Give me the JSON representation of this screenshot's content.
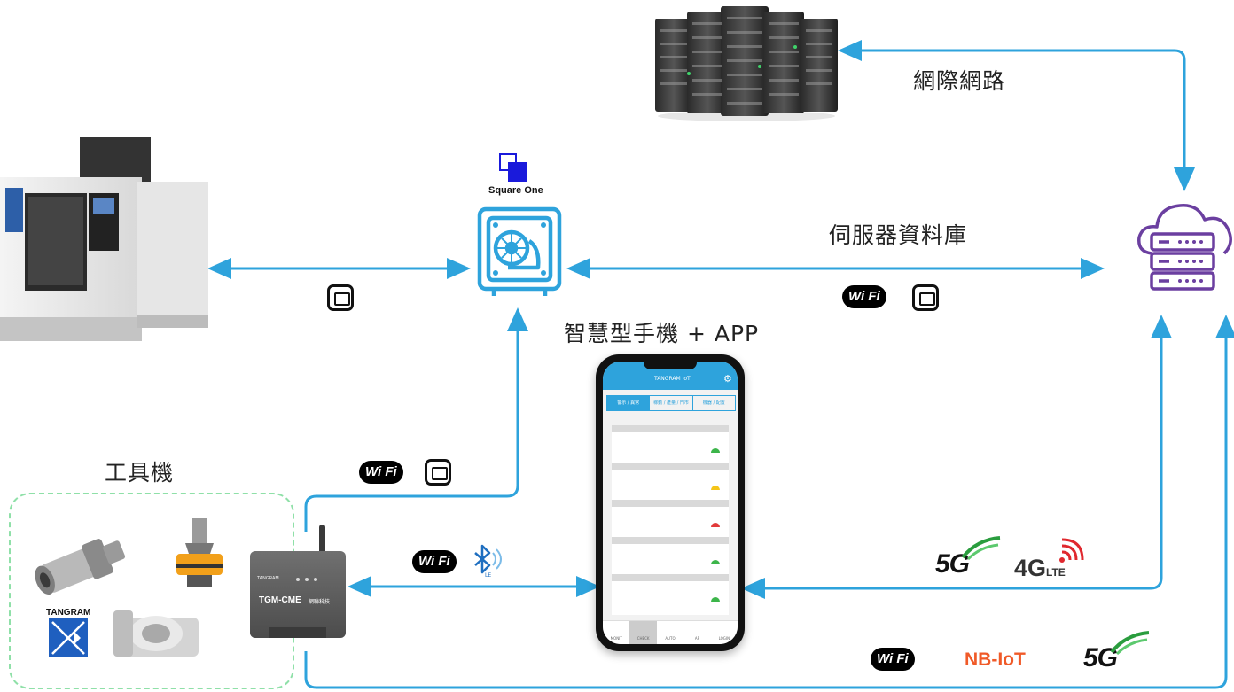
{
  "labels": {
    "internet": "網際網路",
    "server_db": "伺服器資料庫",
    "phone_app": "智慧型手機 + APP",
    "machine_tools": "工具機",
    "square_one": "Square One"
  },
  "devices": {
    "gateway_model": "TGM-CME",
    "gateway_brand": "TANGRAM",
    "gateway_maker": "網聯科技",
    "tangram_logo": "TANGRAM"
  },
  "phone": {
    "app_title": "TANGRAM IoT",
    "tabs": [
      "警示 / 異常",
      "稼動 / 產量 / 門市",
      "機器 / 配置"
    ],
    "bottom_nav": [
      "MONIT",
      "CHECK",
      "AUTO",
      "AP",
      "LOGIN"
    ]
  },
  "network": {
    "wifi": "Wi Fi",
    "lte_g": "4G",
    "lte_label": "LTE",
    "fiveg": "5G",
    "nbiot": "NB-IoT",
    "bt_label": "LE"
  },
  "colors": {
    "line": "#2ea3dc",
    "cloud": "#6b3fa0",
    "dashed_box": "#8fe0a8",
    "nbiot": "#f05a28",
    "square_one_blue": "#1a1adb"
  }
}
